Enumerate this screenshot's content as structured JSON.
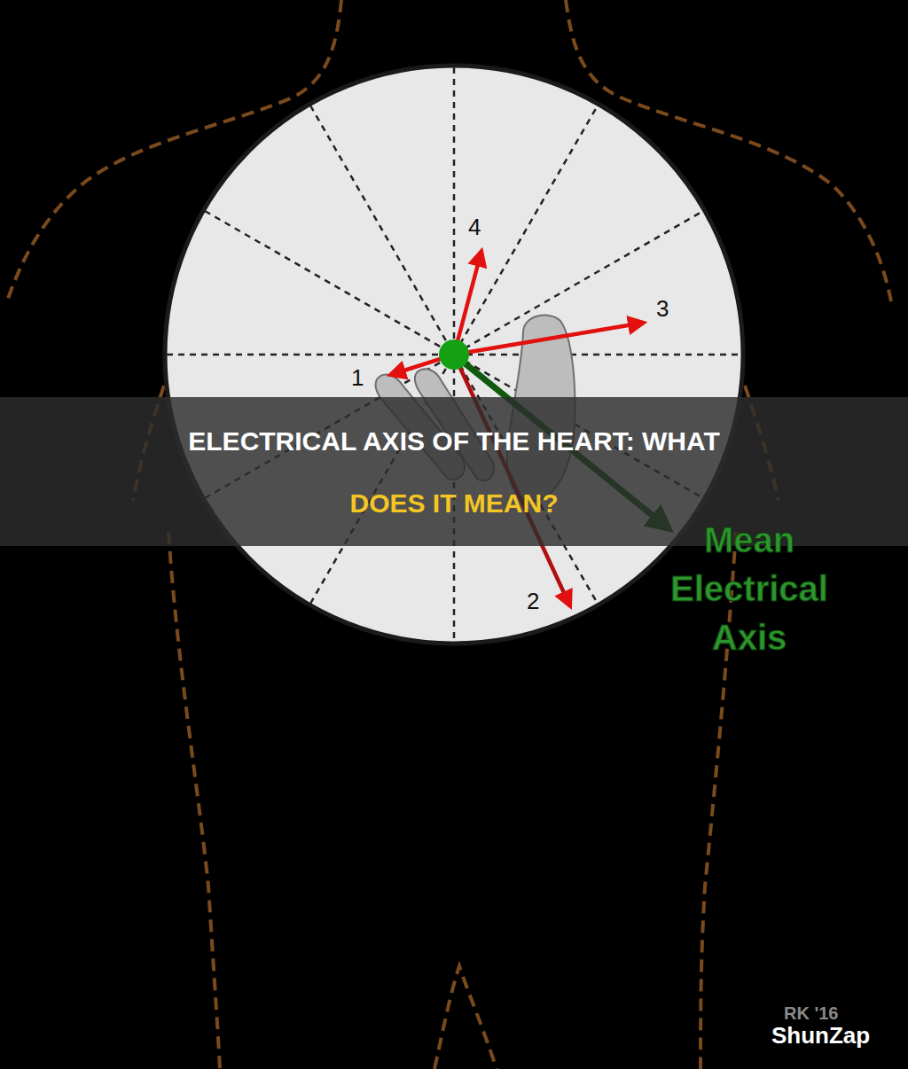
{
  "diagram": {
    "title": "ELECTRICAL AXIS OF THE HEART: WHAT DOES IT MEAN?",
    "labels": [
      "1",
      "2",
      "3",
      "4",
      "Mean Electrical Axis",
      "RK '16",
      "ShunZap"
    ]
  }
}
